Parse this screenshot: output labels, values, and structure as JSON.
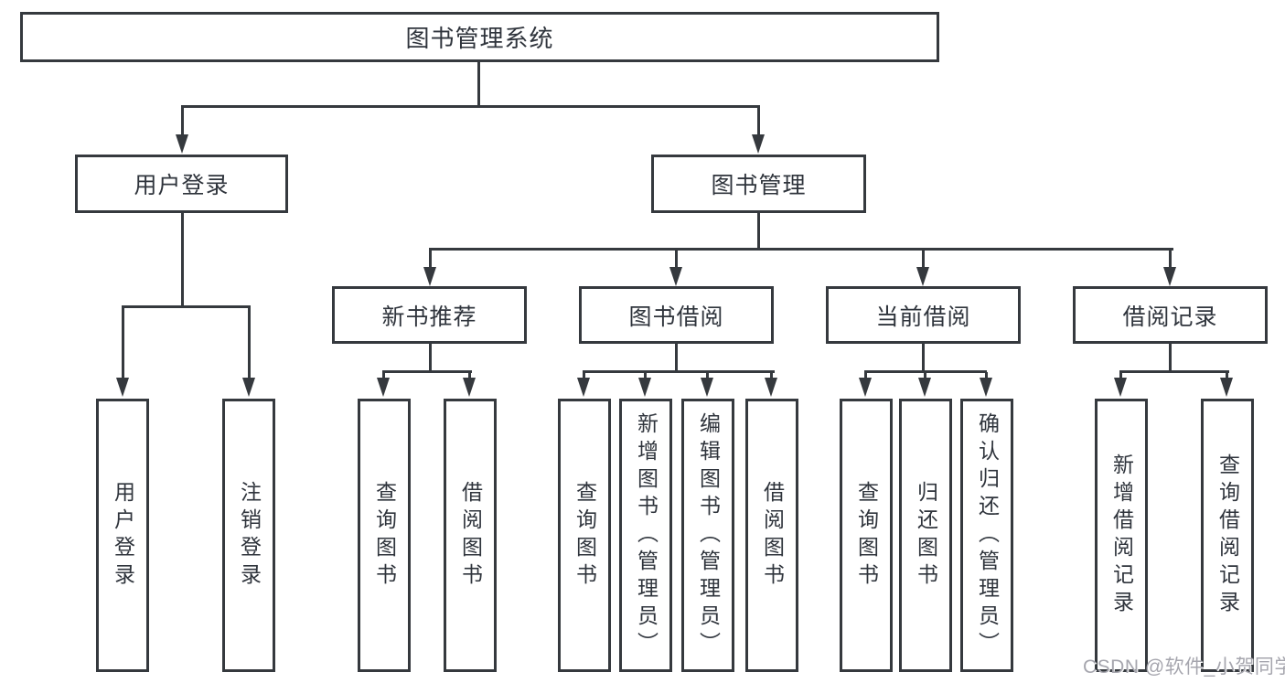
{
  "diagram": {
    "title": "图书管理系统",
    "root": {
      "label": "图书管理系统"
    },
    "branches": [
      {
        "label": "用户登录",
        "children": [
          {
            "label": "用户登录"
          },
          {
            "label": "注销登录"
          }
        ]
      },
      {
        "label": "图书管理",
        "groups": [
          {
            "label": "新书推荐",
            "children": [
              {
                "label": "查询图书"
              },
              {
                "label": "借阅图书"
              }
            ]
          },
          {
            "label": "图书借阅",
            "children": [
              {
                "label": "查询图书"
              },
              {
                "label": "新增图书（管理员）"
              },
              {
                "label": "编辑图书（管理员）"
              },
              {
                "label": "借阅图书"
              }
            ]
          },
          {
            "label": "当前借阅",
            "children": [
              {
                "label": "查询图书"
              },
              {
                "label": "归还图书"
              },
              {
                "label": "确认归还（管理员）"
              }
            ]
          },
          {
            "label": "借阅记录",
            "children": [
              {
                "label": "新增借阅记录"
              },
              {
                "label": "查询借阅记录"
              }
            ]
          }
        ]
      }
    ]
  },
  "watermark": {
    "text": "CSDN @软件_小贺同学",
    "color": "#a6a6ae"
  },
  "colors": {
    "line": "#35393e",
    "text": "#2f343c",
    "background": "#ffffff"
  }
}
